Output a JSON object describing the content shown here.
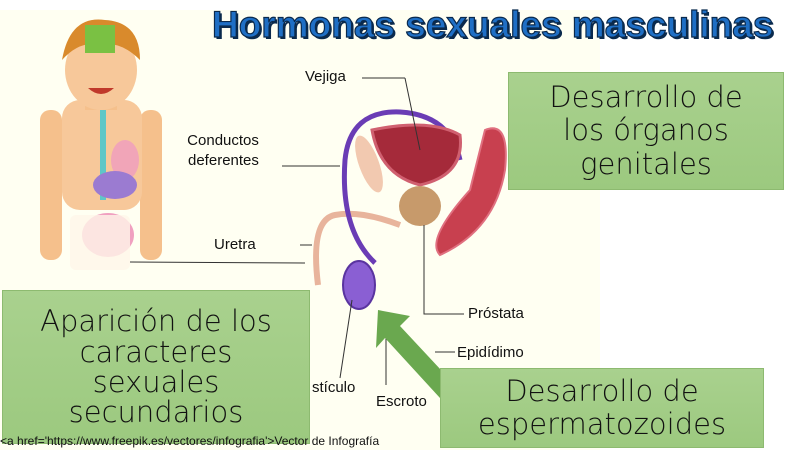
{
  "title": "Hormonas sexuales masculinas",
  "labels": {
    "vejiga": "Vejiga",
    "conductos_1": "Conductos",
    "conductos_2": "deferentes",
    "uretra": "Uretra",
    "prostata": "Próstata",
    "epididimo": "Epidídimo",
    "testiculo": "stículo",
    "escroto": "Escroto"
  },
  "boxes": {
    "genitales": [
      "Desarrollo de",
      "los órganos",
      "genitales"
    ],
    "caracteres": [
      "Aparición de los",
      "caracteres",
      "sexuales",
      "secundarios"
    ],
    "espermatozoides": [
      "Desarrollo de",
      "espermatozoides"
    ]
  },
  "footer": "<a href='https://www.freepik.es/vectores/infografia'>Vector de Infografía",
  "colors": {
    "title": "#1f6fc5",
    "box": "#a9d18e",
    "arrow": "#6aa84f"
  }
}
